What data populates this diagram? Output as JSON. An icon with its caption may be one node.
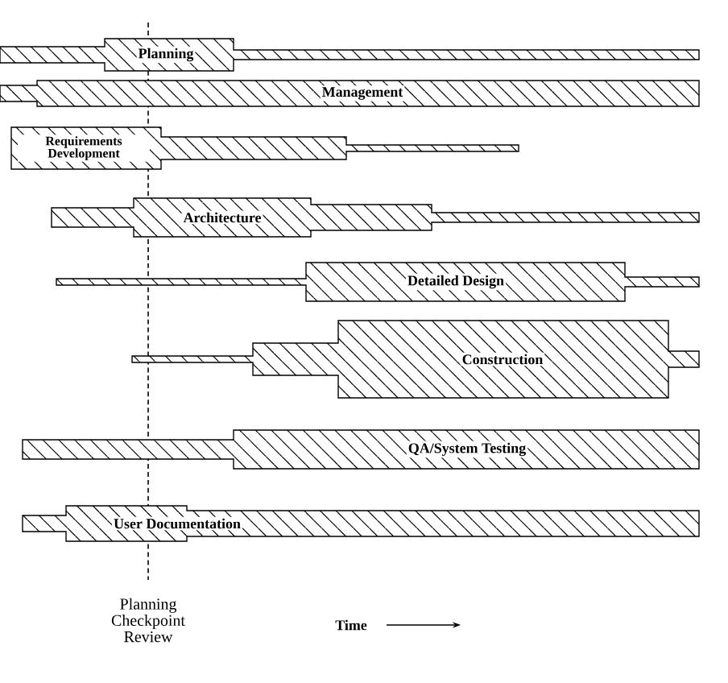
{
  "diagram": {
    "nodes": [
      {
        "text": [
          "Planning"
        ]
      },
      {
        "text": [
          "Management"
        ]
      },
      {
        "text": [
          "Requirements Development"
        ]
      },
      {
        "text": [
          "Architecture"
        ]
      },
      {
        "text": [
          "Detailed Design"
        ]
      },
      {
        "text": [
          "Construction"
        ]
      },
      {
        "text": [
          "QA/System Testing"
        ]
      },
      {
        "text": [
          "User Documentation"
        ]
      }
    ],
    "labels": [
      "Planning Checkpoint Review",
      "Time"
    ]
  }
}
